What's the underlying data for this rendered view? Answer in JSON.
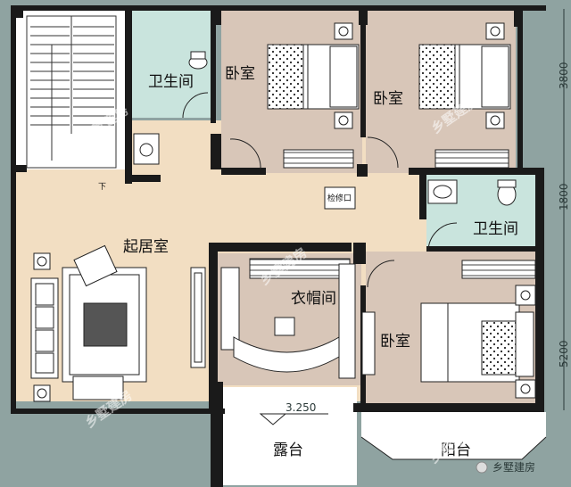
{
  "rooms": {
    "bathroom_top": "卫生间",
    "bedroom_1": "卧室",
    "bedroom_2": "卧室",
    "living_room": "起居室",
    "bathroom_right": "卫生间",
    "cloakroom": "衣帽间",
    "bedroom_3": "卧室",
    "terrace": "露台",
    "balcony": "阳台"
  },
  "labels": {
    "stair_down": "下",
    "access_hatch": "检修口",
    "elevation": "3.250"
  },
  "dimensions": {
    "right_top": "3800",
    "right_mid": "1800",
    "right_bottom": "5200"
  },
  "watermark": {
    "brand": "乡墅建房",
    "footer": "乡墅建房"
  },
  "colors": {
    "background": "#8fa3a1",
    "wall": "#1a1a1a",
    "hall_floor": "#f2dec2",
    "bedroom_floor": "#d8c6b8",
    "bathroom_floor": "#c9e4dd",
    "outdoor_floor": "#ffffff"
  }
}
